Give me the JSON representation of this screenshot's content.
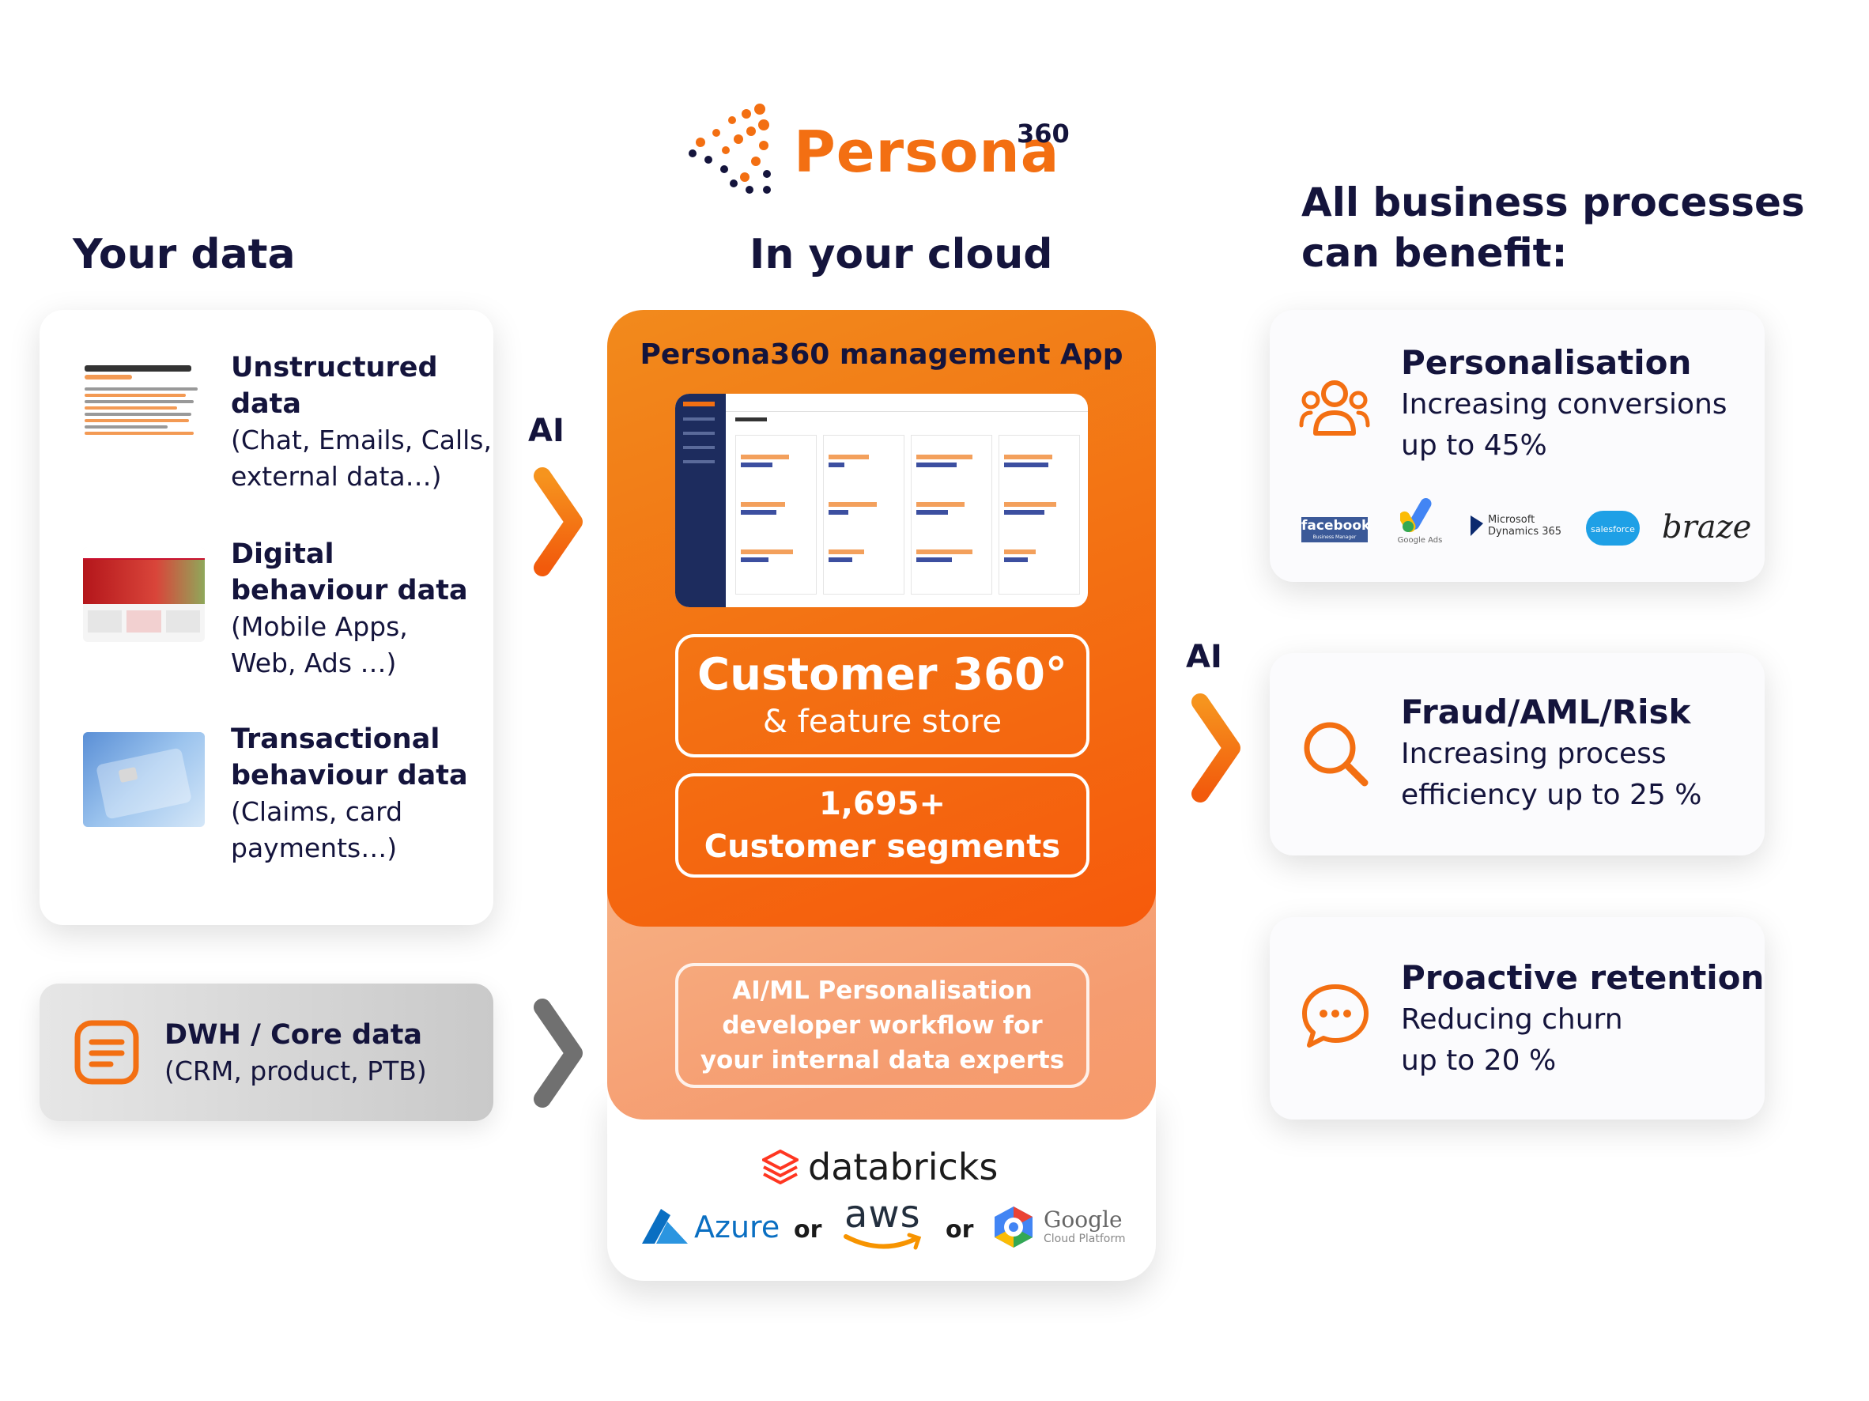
{
  "brand": {
    "name": "Persona",
    "superscript": "360",
    "accent": "#f36f12",
    "dark": "#14143c"
  },
  "headings": {
    "your_data": "Your data",
    "in_your_cloud": "In your cloud",
    "benefits_line1": "All business processes",
    "benefits_line2": "can benefit:"
  },
  "ai_label": "AI",
  "sources": [
    {
      "title": "Unstructured\ndata",
      "detail": "(Chat, Emails, Calls,\nexternal data…)",
      "icon": "text-document-thumbnail"
    },
    {
      "title": "Digital\nbehaviour data",
      "detail": "(Mobile Apps,\nWeb, Ads …)",
      "icon": "website-screenshot-thumbnail"
    },
    {
      "title": "Transactional\nbehaviour data",
      "detail": "(Claims, card\npayments…)",
      "icon": "credit-card-thumbnail"
    }
  ],
  "dwh": {
    "title": "DWH / Core data",
    "detail": "(CRM, product, PTB)",
    "icon": "document-list-icon"
  },
  "cloud": {
    "app_title": "Persona360 management App",
    "customer_title": "Customer 360°",
    "customer_sub": "& feature store",
    "segments_count": "1,695+",
    "segments_label": "Customer segments",
    "workflow_l1": "AI/ML Personalisation",
    "workflow_l2": "developer workflow for",
    "workflow_l3": "your internal data experts",
    "platform": "databricks",
    "or": "or",
    "clouds": [
      "Azure",
      "aws",
      "Google",
      "Cloud Platform"
    ]
  },
  "benefits": [
    {
      "title": "Personalisation",
      "desc": "Increasing conversions\nup to 45%",
      "icon": "users-group-icon"
    },
    {
      "title": "Fraud/AML/Risk",
      "desc": "Increasing process\nefficiency up to 25 %",
      "icon": "magnifier-icon"
    },
    {
      "title": "Proactive retention",
      "desc": "Reducing churn\nup to 20 %",
      "icon": "chat-bubble-icon"
    }
  ],
  "partners": {
    "facebook": "facebook",
    "facebook_sub": "Business Manager",
    "google_ads": "Google Ads",
    "ms_l1": "Microsoft",
    "ms_l2": "Dynamics 365",
    "salesforce": "salesforce",
    "braze": "braze"
  }
}
